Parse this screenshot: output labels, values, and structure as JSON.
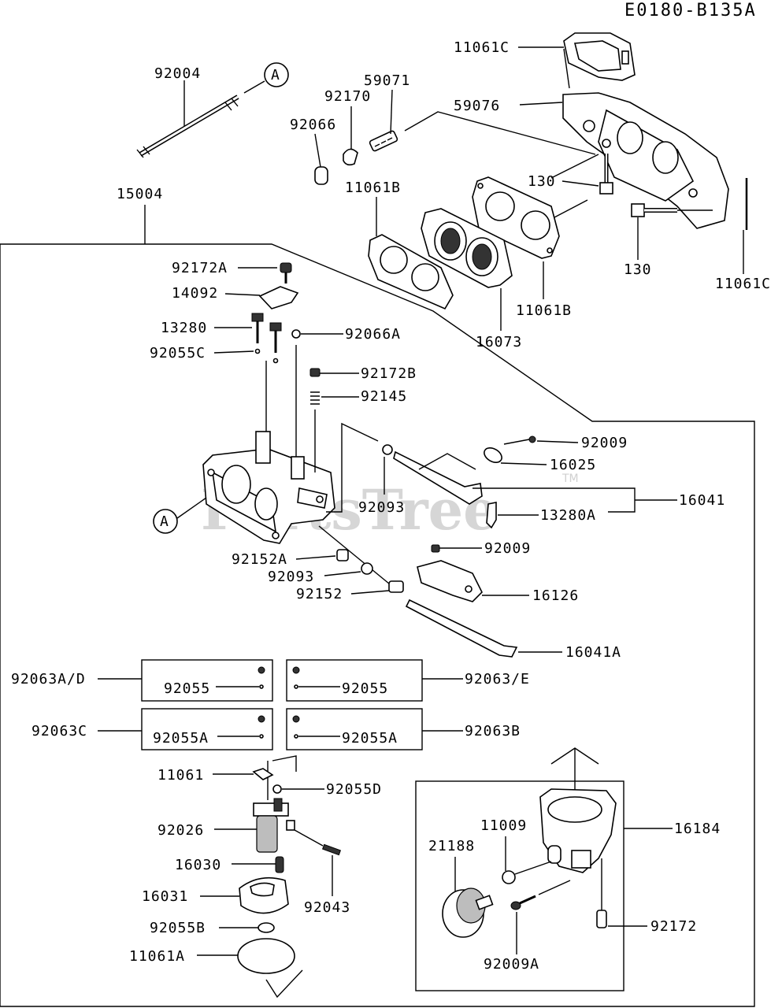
{
  "diagram_code": "E0180-B135A",
  "watermark": "PartsTree",
  "watermark_tm": "TM",
  "callout_letter": "A",
  "labels": {
    "p11061C_top": "11061C",
    "p59071": "59071",
    "p92170": "92170",
    "p92004": "92004",
    "p59076": "59076",
    "p92066": "92066",
    "p11061B_left": "11061B",
    "p130_a": "130",
    "p15004": "15004",
    "p130_b": "130",
    "p11061C_right": "11061C",
    "p11061B_right": "11061B",
    "p16073": "16073",
    "p92172A": "92172A",
    "p14092": "14092",
    "p13280": "13280",
    "p92066A": "92066A",
    "p92055C": "92055C",
    "p92172B": "92172B",
    "p92145": "92145",
    "p92009_a": "92009",
    "p16025": "16025",
    "p16041": "16041",
    "p92093_a": "92093",
    "p13280A": "13280A",
    "p92009_b": "92009",
    "p92152A": "92152A",
    "p92093_b": "92093",
    "p16126": "16126",
    "p92152": "92152",
    "p16041A": "16041A",
    "p92063AD": "92063A/D",
    "p92055_a": "92055",
    "p92055_b": "92055",
    "p92063E": "92063/E",
    "p92063C": "92063C",
    "p92055A_a": "92055A",
    "p92055A_b": "92055A",
    "p92063B": "92063B",
    "p11061": "11061",
    "p92055D": "92055D",
    "p16184": "16184",
    "p92026": "92026",
    "p11009": "11009",
    "p21188": "21188",
    "p16030": "16030",
    "p92043": "92043",
    "p16031": "16031",
    "p92172": "92172",
    "p92055B": "92055B",
    "p92009A": "92009A",
    "p11061A": "11061A"
  }
}
